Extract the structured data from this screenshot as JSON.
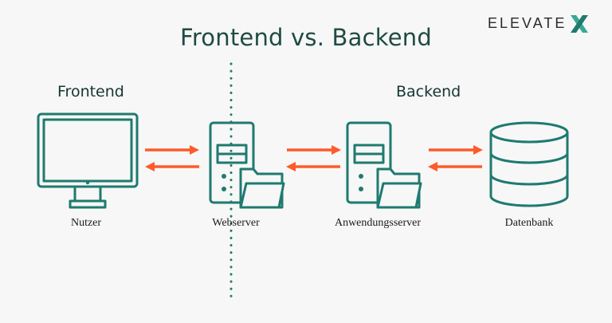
{
  "brand": {
    "name": "ELEVATE",
    "mark": "X"
  },
  "title": "Frontend vs. Backend",
  "sections": {
    "frontend": "Frontend",
    "backend": "Backend"
  },
  "nodes": [
    {
      "id": "user",
      "label": "Nutzer",
      "icon": "monitor-icon"
    },
    {
      "id": "webserver",
      "label": "Webserver",
      "icon": "server-folder-icon"
    },
    {
      "id": "appserver",
      "label": "Anwendungsserver",
      "icon": "server-folder-icon"
    },
    {
      "id": "database",
      "label": "Datenbank",
      "icon": "database-icon"
    }
  ],
  "colors": {
    "primary": "#1f7a70",
    "arrow": "#ff5a2a",
    "title": "#1f4a44",
    "background": "#f6f7f6"
  }
}
